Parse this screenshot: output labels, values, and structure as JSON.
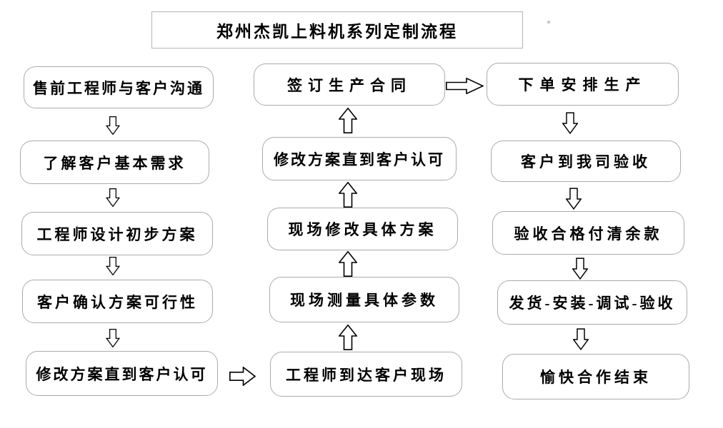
{
  "page": {
    "background_color": "#ffffff",
    "box_border_color": "#ababab",
    "arrow_outline_color": "#000000",
    "text_color": "#000000"
  },
  "title": "郑州杰凯上料机系列定制流程",
  "flow": {
    "left": [
      "售前工程师与客户沟通",
      "了解客户基本需求",
      "工程师设计初步方案",
      "客户确认方案可行性",
      "修改方案直到客户认可"
    ],
    "middle": [
      "签订生产合同",
      "修改方案直到客户认可",
      "现场修改具体方案",
      "现场测量具体参数",
      "工程师到达客户现场"
    ],
    "right": [
      "下单安排生产",
      "客户到我司验收",
      "验收合格付清余款",
      "发货-安装-调试-验收",
      "愉快合作结束"
    ]
  }
}
